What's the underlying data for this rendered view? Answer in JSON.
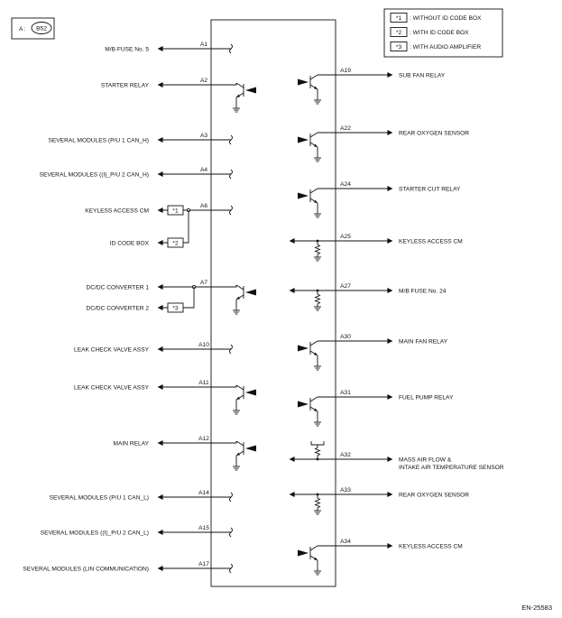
{
  "connector": {
    "prefix": "A :",
    "code": "B52"
  },
  "legend": [
    {
      "mark": "*1",
      "text": ": WITHOUT ID CODE BOX"
    },
    {
      "mark": "*2",
      "text": ": WITH ID CODE BOX"
    },
    {
      "mark": "*3",
      "text": ": WITH AUDIO AMPLIFIER"
    }
  ],
  "left_pins": [
    {
      "pin": "A1",
      "label": "M/B FUSE No. 5",
      "type": "harness"
    },
    {
      "pin": "A2",
      "label": "STARTER RELAY",
      "type": "transistor"
    },
    {
      "pin": "A3",
      "label": "SEVERAL MODULES (P/U 1 CAN_H)",
      "type": "harness"
    },
    {
      "pin": "A4",
      "label": "SEVERAL MODULES ((I)_P/U 2 CAN_H)",
      "type": "harness"
    },
    {
      "pin": "A6",
      "label": "KEYLESS ACCESS CM",
      "type": "harness",
      "mark": "*1",
      "branch": {
        "label": "ID CODE BOX",
        "mark": "*2"
      }
    },
    {
      "pin": "A7",
      "label": "DC/DC CONVERTER 1",
      "type": "transistor",
      "branch": {
        "label": "DC/DC CONVERTER 2",
        "mark": "*3"
      }
    },
    {
      "pin": "A10",
      "label": "LEAK CHECK VALVE ASSY",
      "type": "harness"
    },
    {
      "pin": "A11",
      "label": "LEAK CHECK VALVE ASSY",
      "type": "transistor"
    },
    {
      "pin": "A12",
      "label": "MAIN RELAY",
      "type": "transistor"
    },
    {
      "pin": "A14",
      "label": "SEVERAL MODULES (P/U 1 CAN_L)",
      "type": "harness"
    },
    {
      "pin": "A15",
      "label": "SEVERAL MODULES ((I)_P/U 2 CAN_L)",
      "type": "harness"
    },
    {
      "pin": "A17",
      "label": "SEVERAL MODULES (LIN COMMUNICATION)",
      "type": "harness"
    }
  ],
  "right_pins": [
    {
      "pin": "A19",
      "label": "SUB FAN RELAY",
      "type": "transistor"
    },
    {
      "pin": "A22",
      "label": "REAR OXYGEN SENSOR",
      "type": "transistor"
    },
    {
      "pin": "A24",
      "label": "STARTER CUT RELAY",
      "type": "transistor"
    },
    {
      "pin": "A25",
      "label": "KEYLESS ACCESS CM",
      "type": "resistor"
    },
    {
      "pin": "A27",
      "label": "M/B FUSE No. 24",
      "type": "resistor"
    },
    {
      "pin": "A30",
      "label": "MAIN FAN RELAY",
      "type": "transistor"
    },
    {
      "pin": "A31",
      "label": "FUEL PUMP RELAY",
      "type": "transistor"
    },
    {
      "pin": "A32",
      "label": "MASS AIR FLOW &",
      "label2": "INTAKE AIR TEMPERATURE SENSOR",
      "type": "pullup"
    },
    {
      "pin": "A33",
      "label": "REAR OXYGEN SENSOR",
      "type": "resistor"
    },
    {
      "pin": "A34",
      "label": "KEYLESS ACCESS CM",
      "type": "transistor"
    }
  ],
  "figure_id": "EN-25583"
}
